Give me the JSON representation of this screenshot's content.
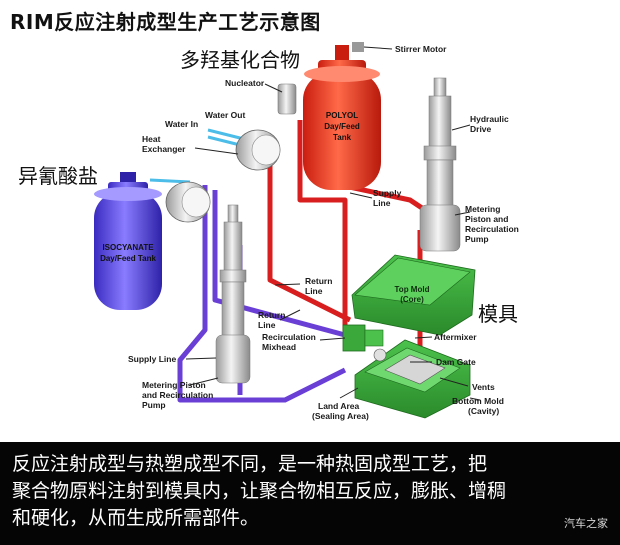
{
  "title": "RIM反应注射成型生产工艺示意图",
  "cn_labels": {
    "polyol_cn": "多羟基化合物",
    "isocyanate_cn": "异氰酸盐",
    "mold_cn": "模具"
  },
  "labels": {
    "stirrer_motor": "Stirrer Motor",
    "nucleator": "Nucleator",
    "water_out": "Water Out",
    "water_in": "Water In",
    "heat_exchanger_1": "Heat",
    "heat_exchanger_2": "Exchanger",
    "polyol_tank_1": "POLYOL",
    "polyol_tank_2": "Day/Feed",
    "polyol_tank_3": "Tank",
    "hydraulic_drive_1": "Hydraulic",
    "hydraulic_drive_2": "Drive",
    "supply_line_top_1": "Supply",
    "supply_line_top_2": "Line",
    "metering_right_1": "Metering",
    "metering_right_2": "Piston and",
    "metering_right_3": "Recirculation",
    "metering_right_4": "Pump",
    "isocyanate_tank_1": "ISOCYANATE",
    "isocyanate_tank_2": "Day/Feed Tank",
    "return_line_1_1": "Return",
    "return_line_1_2": "Line",
    "return_line_2_1": "Return",
    "return_line_2_2": "Line",
    "top_mold_1": "Top Mold",
    "top_mold_2": "(Core)",
    "recirc_mixhead_1": "Recirculation",
    "recirc_mixhead_2": "Mixhead",
    "aftermixer": "Aftermixer",
    "supply_line_left": "Supply Line",
    "dam_gate": "Dam Gate",
    "vents": "Vents",
    "metering_left_1": "Metering Piston",
    "metering_left_2": "and Recirculation",
    "metering_left_3": "Pump",
    "land_area_1": "Land Area",
    "land_area_2": "(Sealing Area)",
    "bottom_mold_1": "Bottom Mold",
    "bottom_mold_2": "(Cavity)"
  },
  "caption": {
    "line1": "反应注射成型与热塑成型不同，是一种热固成型工艺，把",
    "line2": "聚合物原料注射到模具内，让聚合物相互反应，膨胀、增稠",
    "line3": "和硬化，从而生成所需部件。"
  },
  "watermark": "汽车之家",
  "colors": {
    "red_line": "#d81e1e",
    "purple_line": "#6a3fd6",
    "polyol_tank": "#f04a2c",
    "isocyanate_tank": "#5a48e6",
    "mold_green": "#3aa83a",
    "pump_gray": "#dcdcdc",
    "caption_bg": "#050505"
  }
}
